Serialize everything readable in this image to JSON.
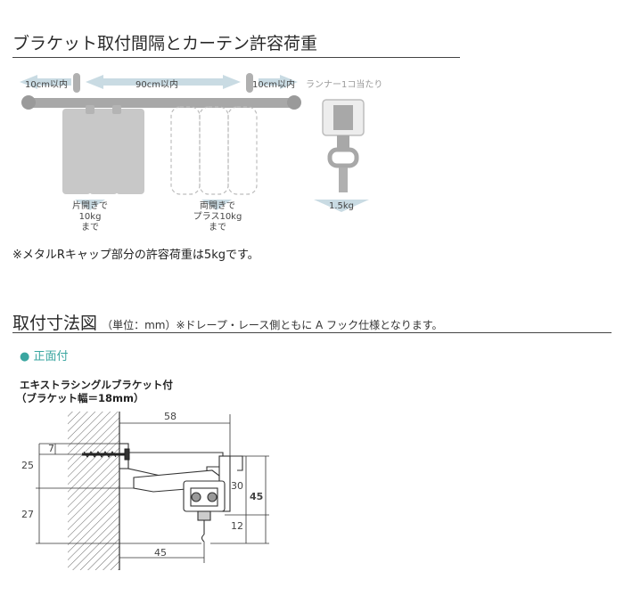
{
  "section1": {
    "title": "ブラケット取付間隔とカーテン許容荷重",
    "label_left": "10cm以内",
    "label_middle": "90cm以内",
    "label_right": "10cm以内",
    "runner_label": "ランナー1コ当たり",
    "weight_left_line1": "片開きで",
    "weight_left_line2": "10kg",
    "weight_left_line3": "まで",
    "weight_middle_line1": "両開きで",
    "weight_middle_line2": "プラス10kg",
    "weight_middle_line3": "まで",
    "weight_runner": "1.5kg",
    "note": "※メタルRキャップ部分の許容荷重は5kgです。"
  },
  "section2": {
    "title": "取付寸法図",
    "subtitle": "（単位：mm）※ドレープ・レース側ともに A フック仕様となります。",
    "bullet": "● 正面付",
    "product_line1": "エキストラシングルブラケット付",
    "product_line2": "（ブラケット幅＝18mm）"
  },
  "dimensions": {
    "d58": "58",
    "d7": "7",
    "d25": "25",
    "d27": "27",
    "d30": "30",
    "d45_right": "45",
    "d12": "12",
    "d45_bottom": "45"
  },
  "colors": {
    "accent": "#3aa6a0",
    "arrow": "#c9dbe3",
    "curtain": "#c8c8c8",
    "rail": "#a8a8a8"
  }
}
